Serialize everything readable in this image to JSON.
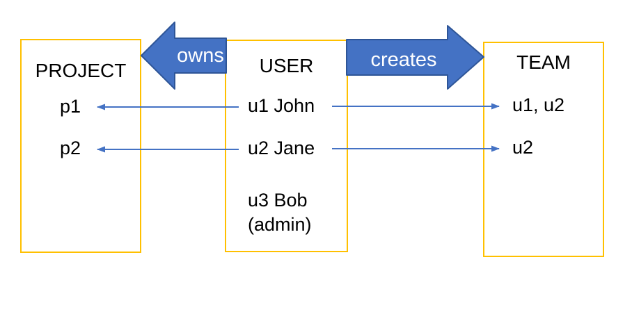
{
  "diagram": {
    "boxes": {
      "project": {
        "title": "PROJECT",
        "rows": [
          "p1",
          "p2"
        ]
      },
      "user": {
        "title": "USER",
        "rows": [
          "u1 John",
          "u2 Jane",
          "u3 Bob\n(admin)"
        ]
      },
      "team": {
        "title": "TEAM",
        "rows": [
          "u1, u2",
          "u2"
        ]
      }
    },
    "relations": {
      "owns": {
        "label": "owns",
        "direction": "left",
        "from": "USER",
        "to": "PROJECT"
      },
      "creates": {
        "label": "creates",
        "direction": "right",
        "from": "USER",
        "to": "TEAM"
      }
    },
    "connections": {
      "owns_links": [
        "u1 John → p1",
        "u2 Jane → p2"
      ],
      "creates_links": [
        "u1 John → u1, u2",
        "u2 Jane → u2"
      ]
    },
    "colors": {
      "box_border": "#FFC000",
      "block_arrow_fill": "#4472C4",
      "block_arrow_border": "#2E5597",
      "connector": "#4472C4",
      "text": "#000000",
      "arrow_label_text": "#FFFFFF",
      "background": "#FFFFFF"
    }
  }
}
